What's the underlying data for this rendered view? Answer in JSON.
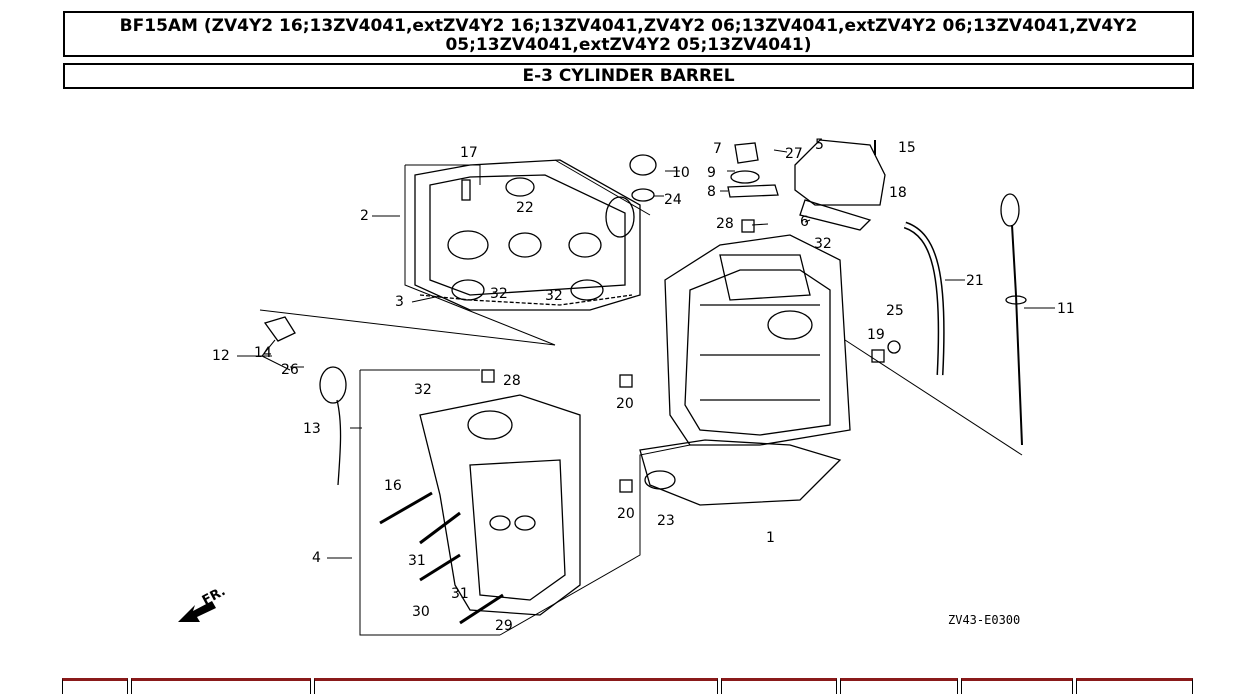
{
  "header": {
    "title": "BF15AM (ZV4Y2 16;13ZV4041,extZV4Y2 16;13ZV4041,ZV4Y2 06;13ZV4041,extZV4Y2 06;13ZV4041,ZV4Y2 05;13ZV4041,extZV4Y2 05;13ZV4041)",
    "section": "E-3 CYLINDER BARREL"
  },
  "diagram": {
    "drawing_code": "ZV43-E0300",
    "front_marker": "FR.",
    "callouts": [
      "17",
      "10",
      "24",
      "22",
      "2",
      "3",
      "32",
      "32",
      "7",
      "27",
      "5",
      "15",
      "9",
      "8",
      "18",
      "6",
      "28",
      "32",
      "21",
      "11",
      "25",
      "19",
      "12",
      "14",
      "26",
      "13",
      "32",
      "28",
      "20",
      "16",
      "4",
      "31",
      "30",
      "31",
      "29",
      "20",
      "23",
      "1"
    ]
  },
  "table_header": {
    "columns": 7
  }
}
